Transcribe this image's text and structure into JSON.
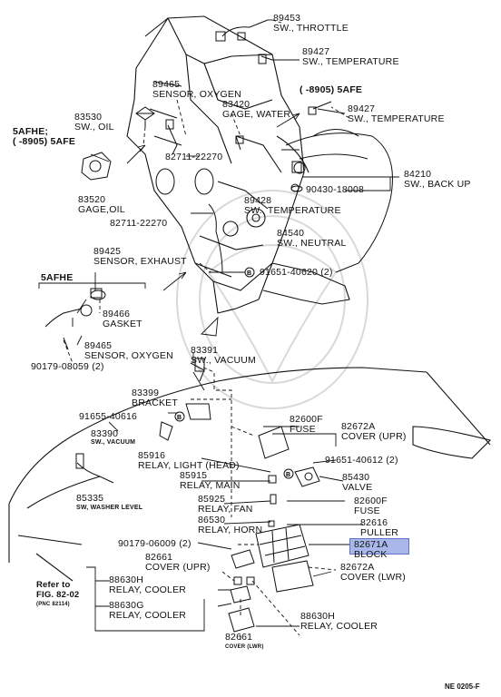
{
  "diagram_code": "NE 0205-F",
  "colors": {
    "highlight": "#a9b7ea",
    "highlight_border": "#5f73c8",
    "ink": "#111111"
  },
  "callouts": [
    {
      "id": "p89453",
      "lines": [
        "89453",
        "SW., THROTTLE"
      ]
    },
    {
      "id": "p89427a",
      "lines": [
        "89427",
        "SW., TEMPERATURE"
      ]
    },
    {
      "id": "p89465a",
      "lines": [
        "89465",
        "SENSOR, OXYGEN"
      ]
    },
    {
      "id": "p83420",
      "lines": [
        "83420",
        "GAGE, WATER"
      ]
    },
    {
      "id": "p8905a",
      "lines": [
        "(  -8905) 5AFE"
      ]
    },
    {
      "id": "p89427b",
      "lines": [
        "89427",
        "SW., TEMPERATURE"
      ]
    },
    {
      "id": "p83530",
      "lines": [
        "83530",
        "SW., OIL"
      ]
    },
    {
      "id": "p5afhe1",
      "lines": [
        "5AFHE;",
        "(  -8905) 5AFE"
      ]
    },
    {
      "id": "p82711a",
      "lines": [
        "82711-22270"
      ]
    },
    {
      "id": "p84210",
      "lines": [
        "84210",
        "SW., BACK UP"
      ]
    },
    {
      "id": "p90430",
      "lines": [
        "90430-18008"
      ]
    },
    {
      "id": "p83520",
      "lines": [
        "83520",
        "GAGE,OIL"
      ]
    },
    {
      "id": "p89428",
      "lines": [
        "89428",
        "SW., TEMPERATURE"
      ]
    },
    {
      "id": "p82711b",
      "lines": [
        "82711-22270"
      ]
    },
    {
      "id": "p84540",
      "lines": [
        "84540",
        "SW., NEUTRAL"
      ]
    },
    {
      "id": "p89425",
      "lines": [
        "89425",
        "SENSOR, EXHAUST"
      ]
    },
    {
      "id": "p91651a",
      "lines": [
        "91651-40620 (2)"
      ]
    },
    {
      "id": "p5afhe2",
      "lines": [
        "5AFHE"
      ]
    },
    {
      "id": "p89466",
      "lines": [
        "89466",
        "GASKET"
      ]
    },
    {
      "id": "p89465b",
      "lines": [
        "89465",
        "SENSOR, OXYGEN"
      ]
    },
    {
      "id": "p90179a",
      "lines": [
        "90179-08059 (2)"
      ]
    },
    {
      "id": "p83391",
      "lines": [
        "83391",
        "SW., VACUUM"
      ]
    },
    {
      "id": "p83399",
      "lines": [
        "83399",
        "BRACKET"
      ]
    },
    {
      "id": "p91655",
      "lines": [
        "91655-40616"
      ]
    },
    {
      "id": "p82600a",
      "lines": [
        "82600F",
        "FUSE"
      ]
    },
    {
      "id": "p82672a",
      "lines": [
        "82672A",
        "COVER (UPR)"
      ]
    },
    {
      "id": "p83390",
      "lines": [
        "83390"
      ]
    },
    {
      "id": "p83390s",
      "lines": [
        "SW., VACUUM"
      ]
    },
    {
      "id": "p85916",
      "lines": [
        "85916",
        "RELAY, LIGHT (HEAD)"
      ]
    },
    {
      "id": "p91651b",
      "lines": [
        "91651-40612 (2)"
      ]
    },
    {
      "id": "p85915",
      "lines": [
        "85915",
        "RELAY, MAIN"
      ]
    },
    {
      "id": "p85430",
      "lines": [
        "85430",
        "VALVE"
      ]
    },
    {
      "id": "p85335",
      "lines": [
        "85335"
      ]
    },
    {
      "id": "p85335s",
      "lines": [
        "SW, WASHER LEVEL"
      ]
    },
    {
      "id": "p85925",
      "lines": [
        "85925",
        "RELAY, FAN"
      ]
    },
    {
      "id": "p82600b",
      "lines": [
        "82600F",
        "FUSE"
      ]
    },
    {
      "id": "p86530",
      "lines": [
        "86530",
        "RELAY, HORN"
      ]
    },
    {
      "id": "p82616",
      "lines": [
        "82616",
        "PULLER"
      ]
    },
    {
      "id": "p90179b",
      "lines": [
        "90179-06009 (2)"
      ]
    },
    {
      "id": "p82671",
      "lines": [
        "82671A",
        "BLOCK"
      ]
    },
    {
      "id": "p82661a",
      "lines": [
        "82661",
        "COVER (UPR)"
      ]
    },
    {
      "id": "p82672b",
      "lines": [
        "82672A",
        "COVER (LWR)"
      ]
    },
    {
      "id": "pref",
      "lines": [
        "Refer to",
        "FIG. 82-02"
      ]
    },
    {
      "id": "prefs",
      "lines": [
        "(PNC 82114)"
      ]
    },
    {
      "id": "p88630h1",
      "lines": [
        "88630H",
        "RELAY, COOLER"
      ]
    },
    {
      "id": "p88630g",
      "lines": [
        "88630G",
        "RELAY, COOLER"
      ]
    },
    {
      "id": "p88630h2",
      "lines": [
        "88630H",
        "RELAY, COOLER"
      ]
    },
    {
      "id": "p82661b",
      "lines": [
        "82661"
      ]
    },
    {
      "id": "p82661bs",
      "lines": [
        "COVER (LWR)"
      ]
    }
  ],
  "markers": [
    {
      "id": "m1",
      "text": "B"
    },
    {
      "id": "m2",
      "text": "B"
    },
    {
      "id": "m3",
      "text": "B"
    }
  ]
}
